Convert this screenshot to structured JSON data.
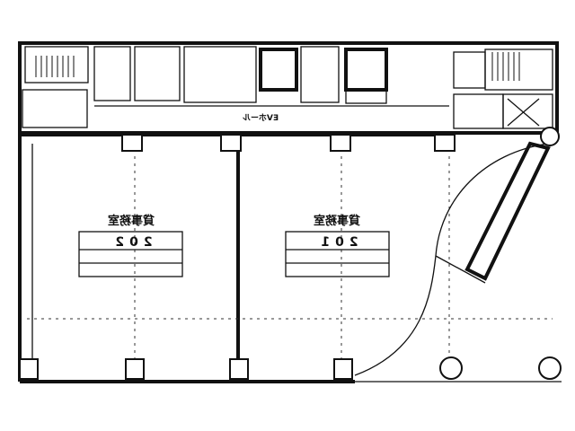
{
  "plan": {
    "units": [
      {
        "number": "202",
        "heading": "貸事務室"
      },
      {
        "number": "201",
        "heading": "貸事務室"
      }
    ],
    "ev_hall": "EVホール"
  }
}
